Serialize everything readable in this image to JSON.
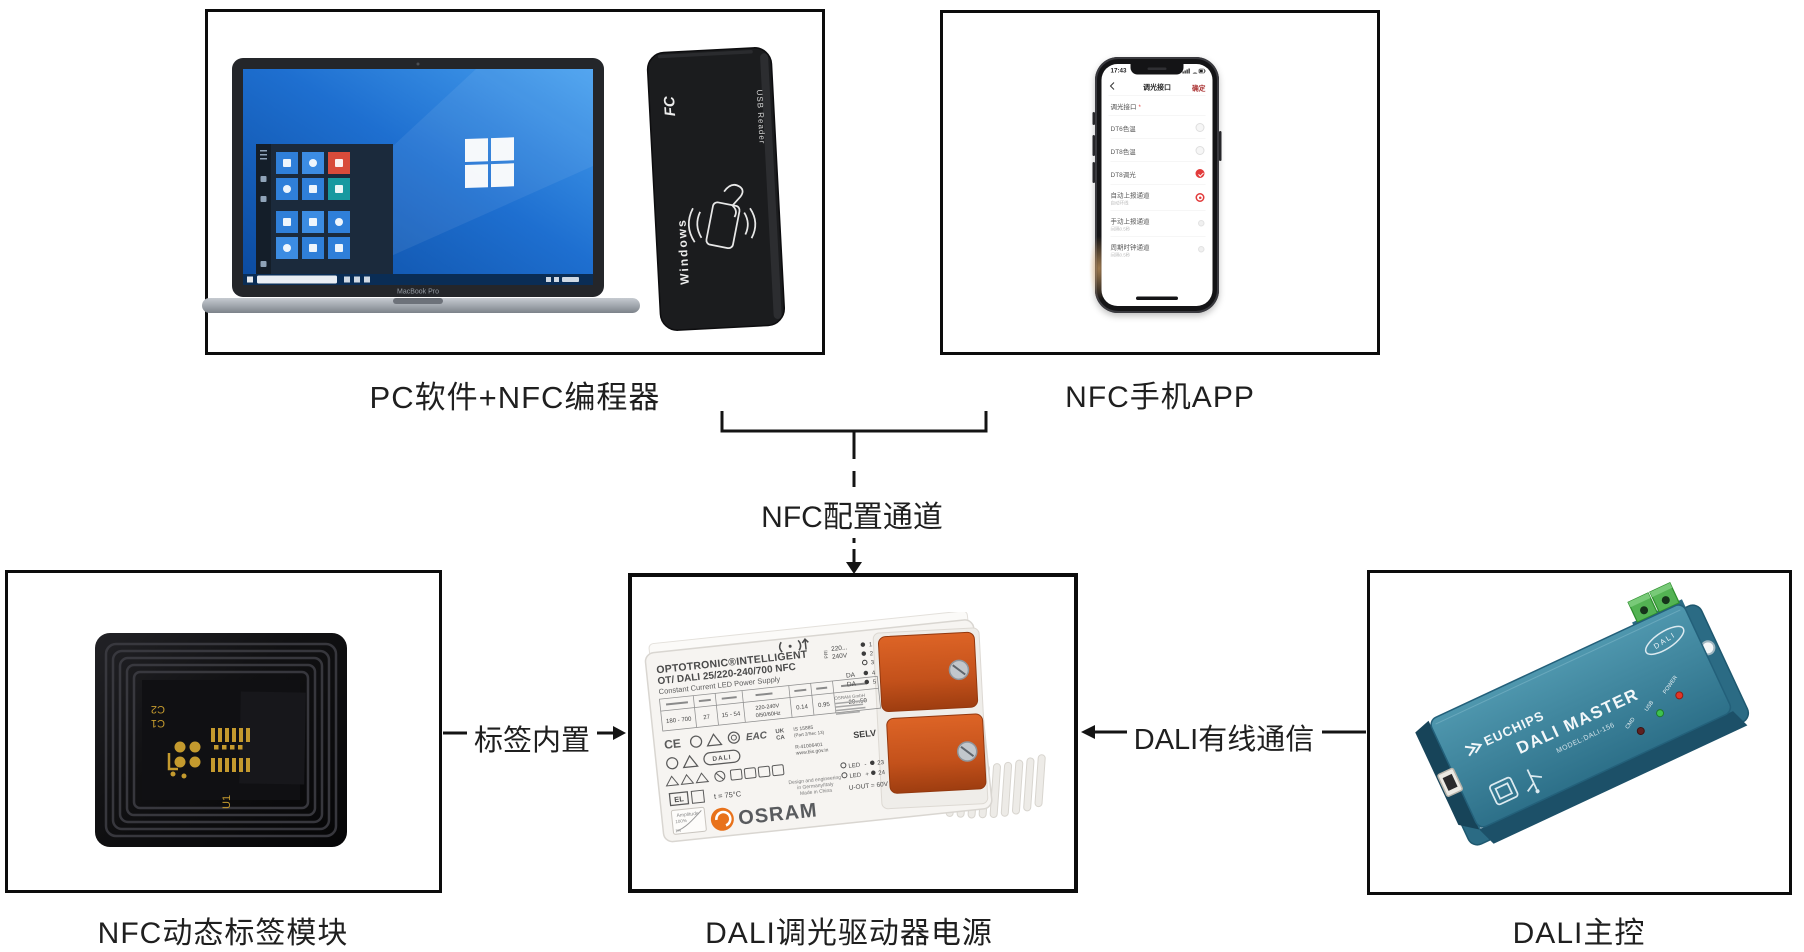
{
  "figure": {
    "boxes": {
      "pc": {
        "label": "PC软件+NFC编程器"
      },
      "app": {
        "label": "NFC手机APP"
      },
      "tag": {
        "label": "NFC动态标签模块"
      },
      "driver": {
        "label": "DALI调光驱动器电源"
      },
      "master": {
        "label": "DALI主控"
      }
    },
    "connectors": {
      "nfc": {
        "label": "NFC配置通道"
      },
      "builtin": {
        "label": "标签内置"
      },
      "wired": {
        "label": "DALI有线通信"
      }
    },
    "colors": {
      "line": "#0c0c0c",
      "accent_red": "#e23b3b",
      "orange_connector": "#c8521c",
      "teal_device": "#3a86a0",
      "osram_orange": "#e8721b",
      "windows_blue": "#2f7fd9"
    }
  },
  "laptop": {
    "brand": "MacBook Pro"
  },
  "reader": {
    "fcc": "FC",
    "os": "Windows",
    "type": "USB Reader"
  },
  "phone": {
    "time": "17:43",
    "title": "调光接口",
    "confirm": "确定",
    "field": "调光接口",
    "required_mark": "*",
    "rows": [
      {
        "label": "DT6色温",
        "sub": "",
        "state": "off"
      },
      {
        "label": "DT8色温",
        "sub": "",
        "state": "off"
      },
      {
        "label": "DT8调光",
        "sub": "",
        "state": "checked"
      },
      {
        "label": "自动上报通道",
        "sub": "自动环线",
        "state": "ring"
      },
      {
        "label": "手动上报通道",
        "sub": "间隔0.5秒",
        "state": "dot"
      },
      {
        "label": "周期时钟通道",
        "sub": "间隔0.5秒",
        "state": "dot"
      }
    ]
  },
  "driver_dev": {
    "title1": "OPTOTRONIC®INTELLIGENT",
    "title2": "OT/ DALI 25/220-240/700 NFC",
    "title3": "Constant Current LED Power Supply",
    "table": [
      "180 - 700",
      "27",
      "15 - 54",
      "220-240V",
      "0/50/60Hz",
      "0.14",
      "0.95",
      "-20...50"
    ],
    "ce": "CE",
    "eac": "EAC",
    "uk": "UK",
    "ca": "CA",
    "dali": "DALI",
    "el": "EL",
    "is_code": "IS 15885",
    "is_code2": "(Part 2/Sec 13)",
    "r_code": "R-41006401",
    "site": "www.bis.gov.in",
    "gmbh": "OSRAM GmbH",
    "amplitude": "Amplitude",
    "amp_pct": "100%",
    "amp_min": "1%",
    "temp": "t = 75°C",
    "made1": "Design and engineering",
    "made2": "in Germany/Italy",
    "made3": "Made in China",
    "pri": "PRI",
    "v1": "220...",
    "v2": "240V",
    "n1": "1",
    "n2": "2",
    "n3": "3",
    "da": "DA",
    "n4": "4",
    "n5": "5",
    "selv": "SELV",
    "led": "LED",
    "led1v": "-",
    "led1n": "23",
    "led2v": "+",
    "led2n": "24",
    "uout": "U-OUT = 60V",
    "brand": "OSRAM"
  },
  "master_dev": {
    "brand": "EUCHIPS",
    "title": "DALI MASTER",
    "model": "MODEL:DALI-156",
    "leds": [
      {
        "label": "CMD"
      },
      {
        "label": "USB"
      },
      {
        "label": "POWER"
      }
    ],
    "badge": "DALI"
  },
  "tag_dev": {
    "c2": "C2",
    "c1": "C1",
    "u1": "U1"
  }
}
